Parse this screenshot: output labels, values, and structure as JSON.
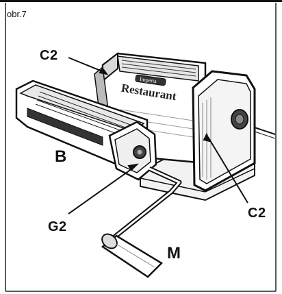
{
  "figure_label": "obr.7",
  "callouts": {
    "c2_top": "C2",
    "c2_right": "C2",
    "b": "B",
    "g2": "G2",
    "m": "M"
  },
  "brand_text": "Imperia",
  "model_text": "Restaurant"
}
